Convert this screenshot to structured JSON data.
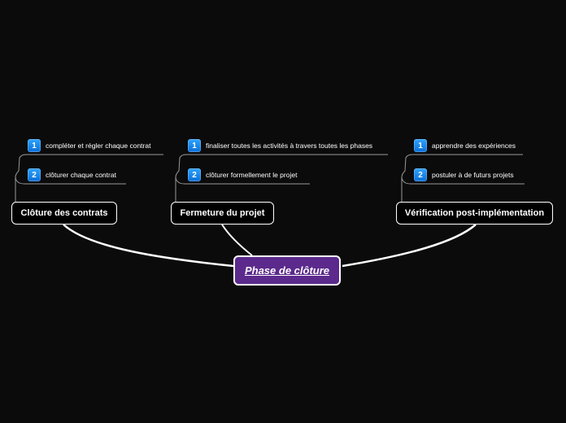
{
  "central": {
    "label": "Phase de clôture"
  },
  "branches": [
    {
      "label": "Clôture des contrats",
      "items": [
        {
          "num": "1",
          "text": "compléter et régler chaque contrat"
        },
        {
          "num": "2",
          "text": "clôturer chaque contrat"
        }
      ]
    },
    {
      "label": "Fermeture du projet",
      "items": [
        {
          "num": "1",
          "text": "finaliser toutes les activités à travers toutes les phases"
        },
        {
          "num": "2",
          "text": "clôturer formellement le projet"
        }
      ]
    },
    {
      "label": "Vérification post-implémentation",
      "items": [
        {
          "num": "1",
          "text": "apprendre des expériences"
        },
        {
          "num": "2",
          "text": "postuler à de futurs projets"
        }
      ]
    }
  ],
  "colors": {
    "background": "#0b0b0c",
    "central_fill": "#5c2a8c",
    "badge": "#1a8cff",
    "line": "#ffffff"
  }
}
